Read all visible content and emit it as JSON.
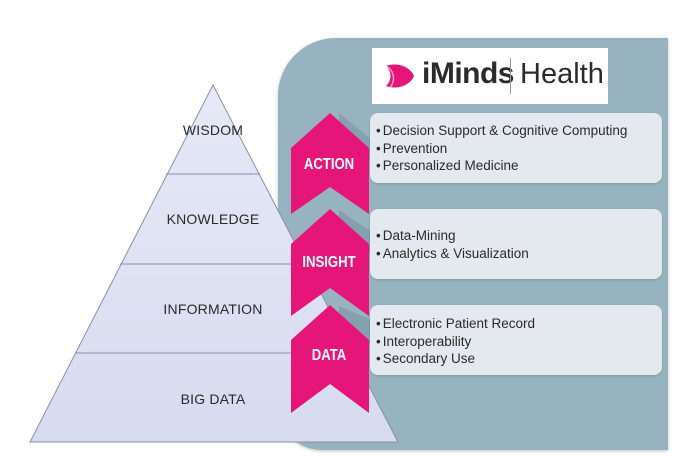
{
  "logo": {
    "brand": "iMinds",
    "sub": "Health",
    "icon": "leaf-logo-icon",
    "brand_color": "#e5157a"
  },
  "pyramid": {
    "levels": [
      "WISDOM",
      "KNOWLEDGE",
      "INFORMATION",
      "BIG DATA"
    ],
    "fill": "#dfe3f3",
    "stroke": "#8a8fa8"
  },
  "chevrons": {
    "labels": [
      "ACTION",
      "INSIGHT",
      "DATA"
    ],
    "color": "#e5157a"
  },
  "cards": [
    {
      "items": [
        "Decision Support & Cognitive Computing",
        "Prevention",
        "Personalized Medicine"
      ]
    },
    {
      "items": [
        "Data-Mining",
        "Analytics & Visualization"
      ]
    },
    {
      "items": [
        "Electronic Patient Record",
        "Interoperability",
        "Secondary Use"
      ]
    }
  ],
  "colors": {
    "panel": "#97b3bf",
    "card": "#e3e9ee"
  }
}
